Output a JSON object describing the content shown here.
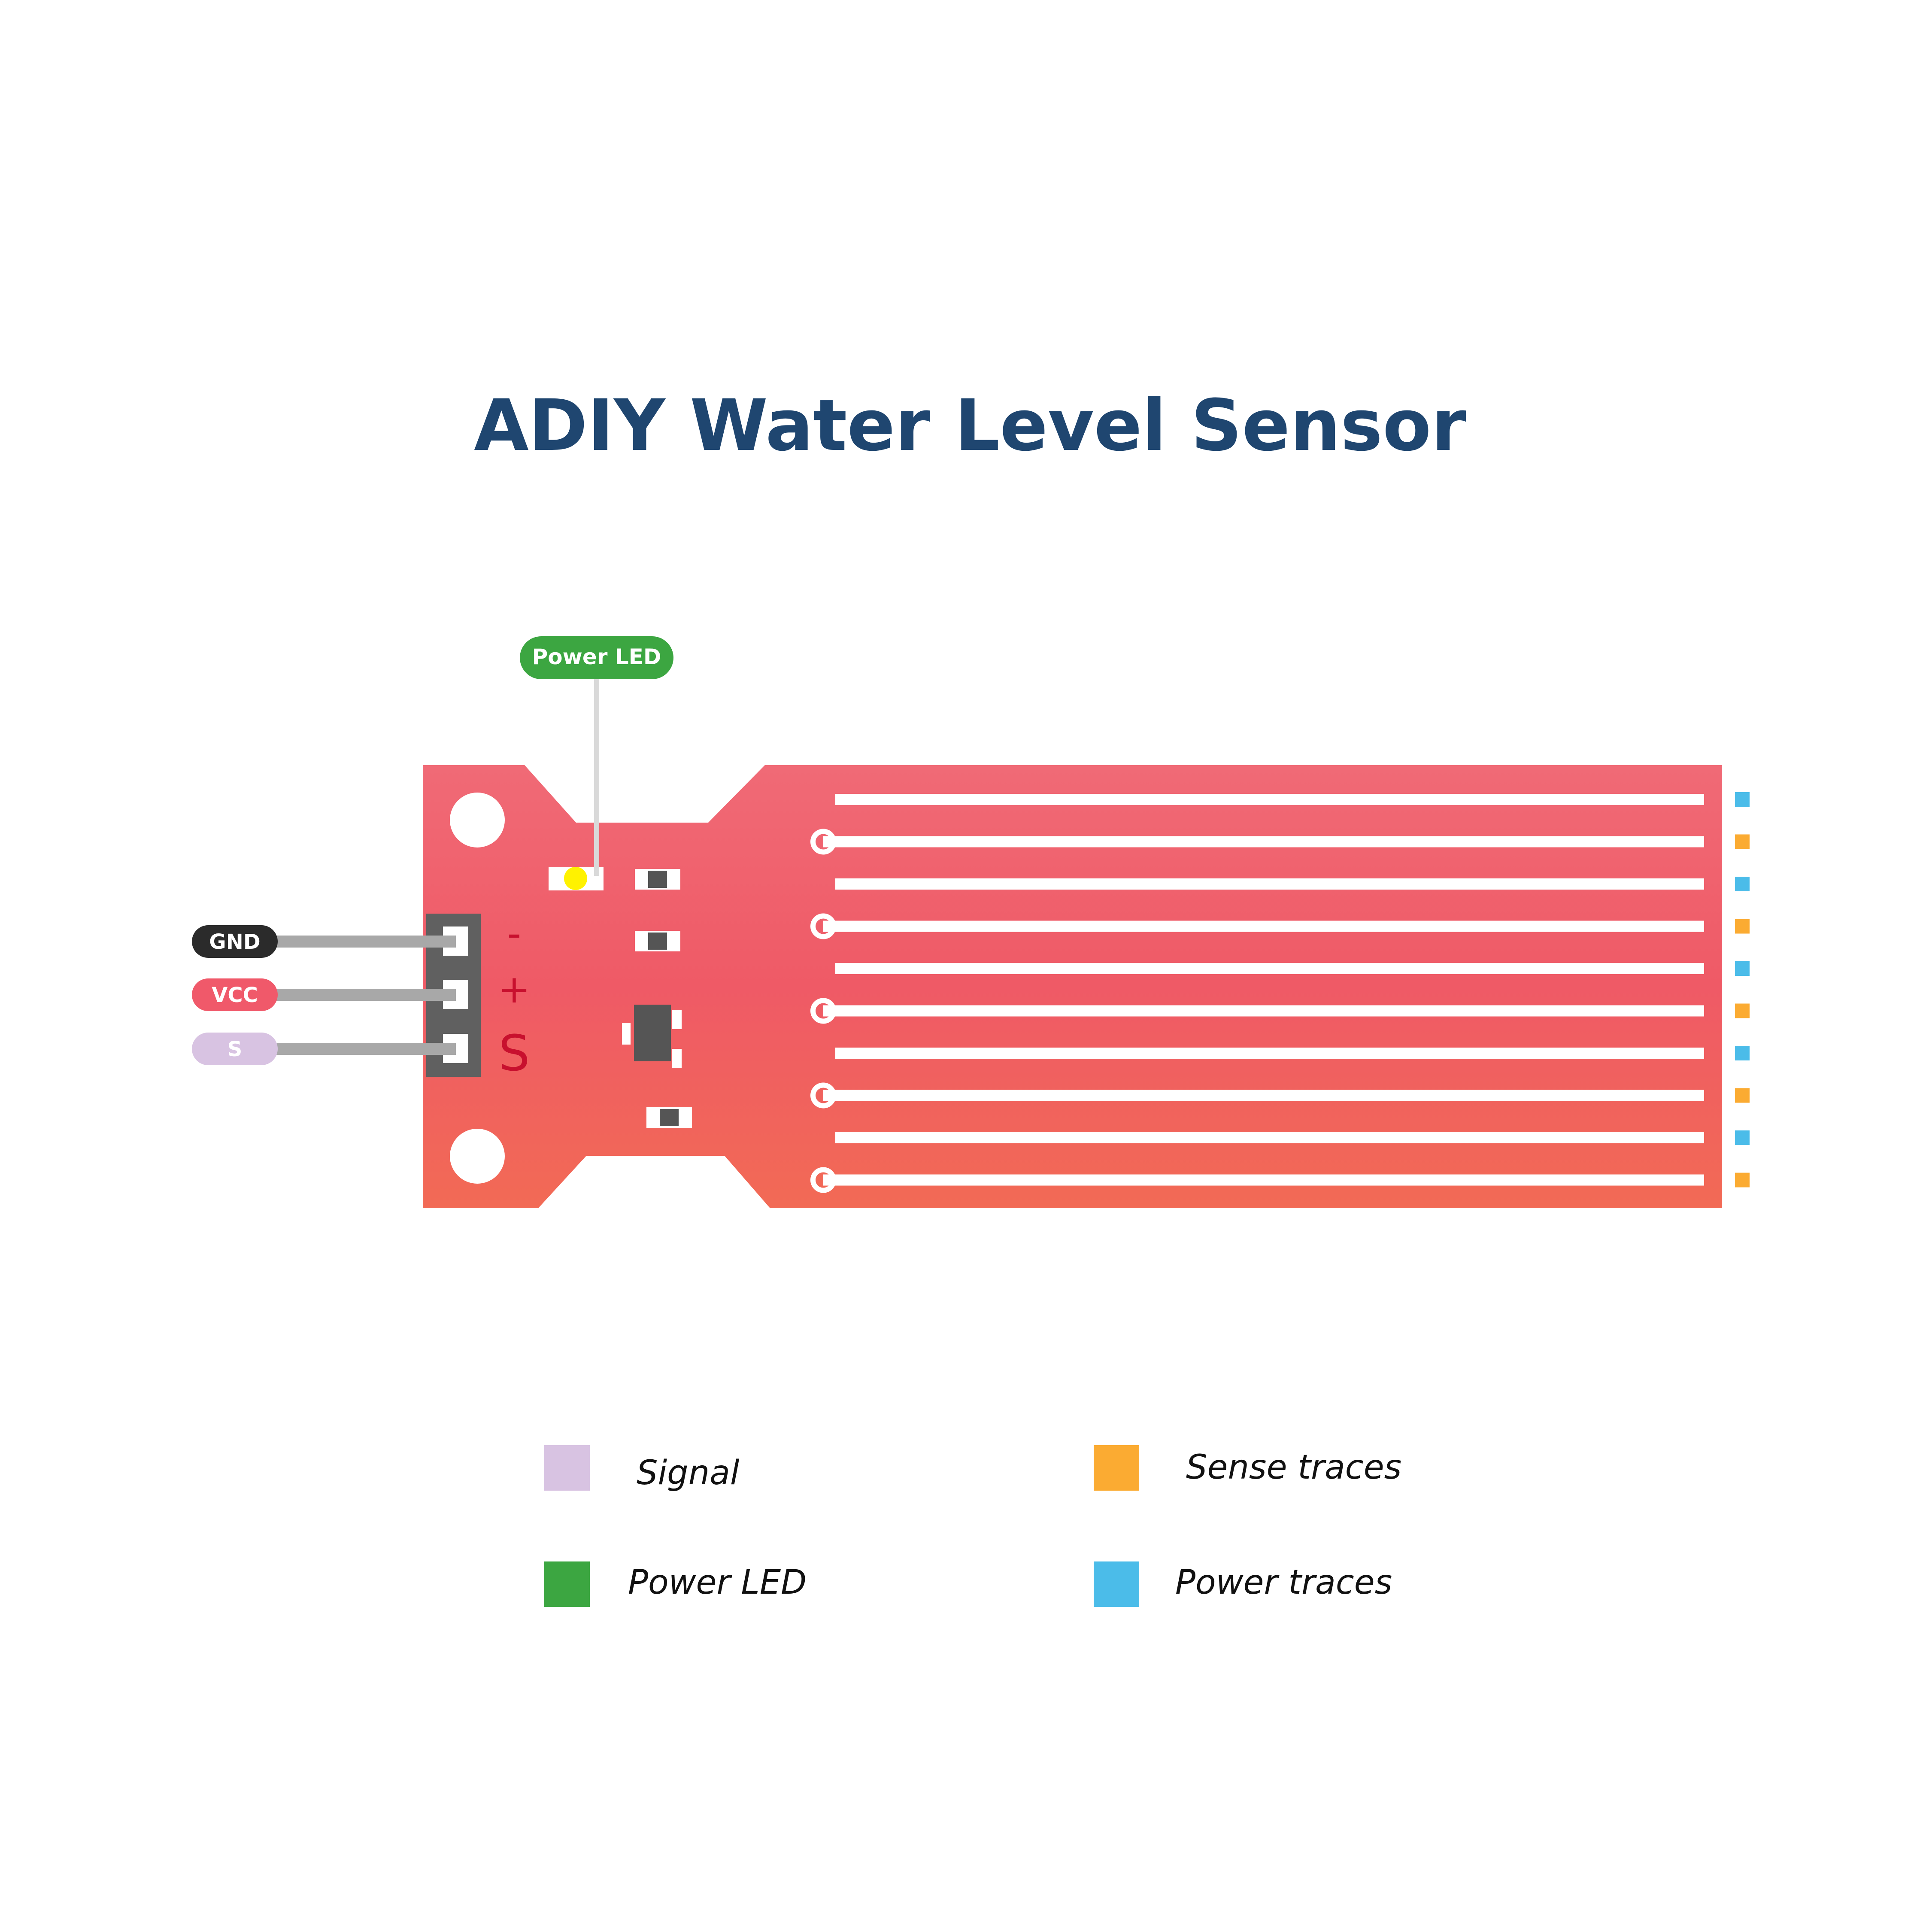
{
  "title": "ADIY Water Level Sensor",
  "callout": {
    "label": "Power LED",
    "color": "#3ca641"
  },
  "pins": [
    {
      "label": "GND",
      "color": "#2b2b2b",
      "text_color": "#ffffff",
      "silk": "-"
    },
    {
      "label": "VCC",
      "color": "#f0596a",
      "text_color": "#ffffff",
      "silk": "+"
    },
    {
      "label": "S",
      "color": "#d8c3e2",
      "text_color": "#ffffff",
      "silk": "S"
    }
  ],
  "board": {
    "color_top": "#f06a76",
    "color_mid": "#ef5a66",
    "color_bottom": "#f26a55",
    "silk_color": "#c8102e"
  },
  "trace_count": 10,
  "marker_colors": {
    "power": "#4bbce9",
    "sense": "#fbab32"
  },
  "legend": [
    {
      "label": "Signal",
      "color": "#d8c3e2"
    },
    {
      "label": "Sense traces",
      "color": "#fbab32"
    },
    {
      "label": "Power LED",
      "color": "#3ca641"
    },
    {
      "label": "Power traces",
      "color": "#4bbce9"
    }
  ]
}
